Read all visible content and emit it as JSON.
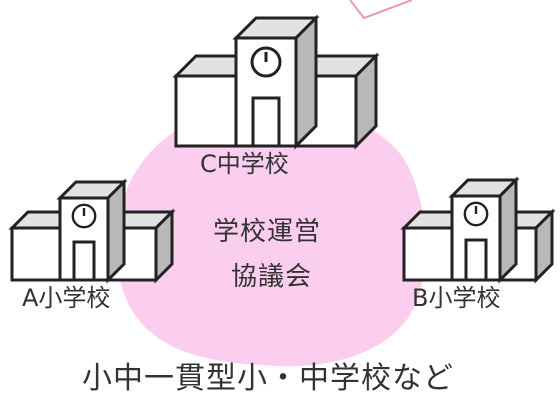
{
  "colors": {
    "council_fill": "#fbcdee",
    "building_front": "#ffffff",
    "building_side": "#b8b8b8",
    "building_roof": "#e2e2e2",
    "outline": "#222222",
    "pointer_accent": "#e79ab2",
    "text": "#333333"
  },
  "schools": {
    "c_junior_high": {
      "label": "C中学校",
      "icon": "school-building-icon"
    },
    "a_elementary": {
      "label": "A小学校",
      "icon": "school-building-icon"
    },
    "b_elementary": {
      "label": "B小学校",
      "icon": "school-building-icon"
    }
  },
  "council": {
    "line1": "学校運営",
    "line2": "協議会"
  },
  "caption": "小中一貫型小・中学校など"
}
